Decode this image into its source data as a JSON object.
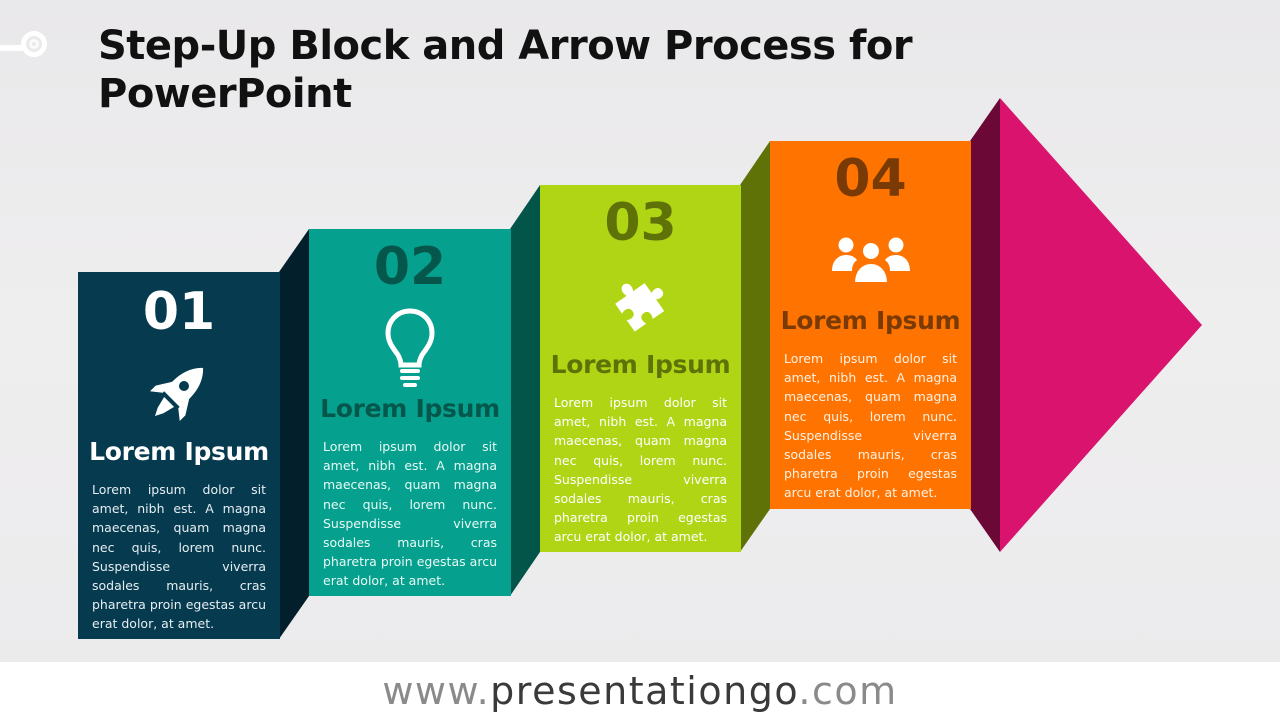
{
  "title": "Step-Up Block and Arrow Process for PowerPoint",
  "steps": [
    {
      "number": "01",
      "heading": "Lorem Ipsum",
      "icon": "rocket-icon",
      "color": "#063a4f",
      "side_color": "#031f2c",
      "text": "Lorem ipsum dolor sit amet, nibh est. A magna maecenas, quam magna nec quis, lorem nunc. Suspendisse viverra sodales mauris, cras pharetra proin egestas arcu erat dolor, at amet."
    },
    {
      "number": "02",
      "heading": "Lorem Ipsum",
      "icon": "lightbulb-icon",
      "color": "#06a08e",
      "side_color": "#035449",
      "text": "Lorem ipsum dolor sit amet, nibh est. A magna maecenas, quam magna nec quis, lorem nunc. Suspendisse viverra sodales mauris, cras pharetra proin egestas arcu erat dolor, at amet."
    },
    {
      "number": "03",
      "heading": "Lorem Ipsum",
      "icon": "puzzle-piece-icon",
      "color": "#b0d514",
      "side_color": "#5e7208",
      "text": "Lorem ipsum dolor sit amet, nibh est. A magna maecenas, quam magna nec quis, lorem nunc. Suspendisse viverra sodales mauris, cras pharetra proin egestas arcu erat dolor, at amet."
    },
    {
      "number": "04",
      "heading": "Lorem Ipsum",
      "icon": "group-people-icon",
      "color": "#ff7400",
      "side_color": "#6b0836",
      "text": "Lorem ipsum dolor sit amet, nibh est. A magna maecenas, quam magna nec quis, lorem nunc. Suspendisse viverra sodales mauris, cras pharetra proin egestas arcu erat dolor, at amet."
    }
  ],
  "arrow_color": "#d9136e",
  "footer": {
    "prefix": "www.",
    "brand": "presentationgo",
    "suffix": ".com"
  }
}
